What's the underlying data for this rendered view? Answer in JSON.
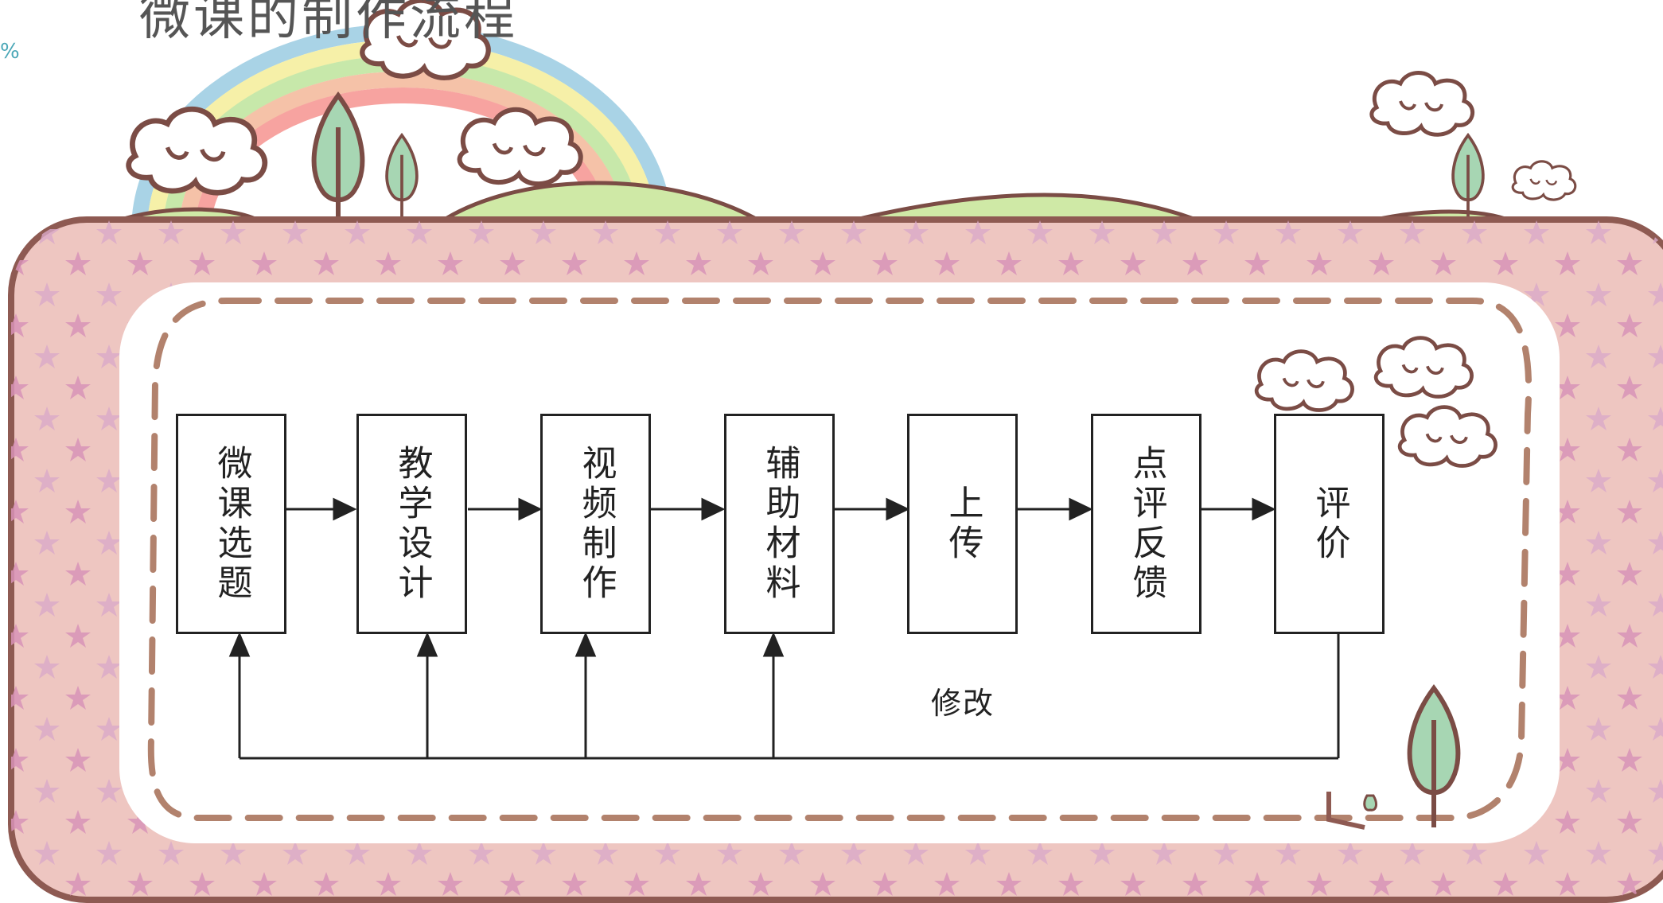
{
  "page": {
    "title": "微课的制作流程",
    "corner_mark": "%"
  },
  "flow": {
    "steps": [
      {
        "label": "微课选题"
      },
      {
        "label": "教学设计"
      },
      {
        "label": "视频制作"
      },
      {
        "label": "辅助材料"
      },
      {
        "label": "上传"
      },
      {
        "label": "点评反馈"
      },
      {
        "label": "评价"
      }
    ],
    "revise_label": "修改",
    "revise_targets": [
      "微课选题",
      "教学设计",
      "视频制作",
      "辅助材料"
    ]
  },
  "colors": {
    "frame_fill": "#eec6c1",
    "frame_stroke": "#8e5a52",
    "stars": "#d893b8",
    "dash": "#b2826d",
    "rainbow": [
      "#a9d3e6",
      "#f6f0a8",
      "#c7e8aa",
      "#f5c2a8",
      "#f7a3a0"
    ],
    "hills": "#cfe9a6",
    "leaf": "#a7d6b3",
    "lines": "#222222"
  }
}
